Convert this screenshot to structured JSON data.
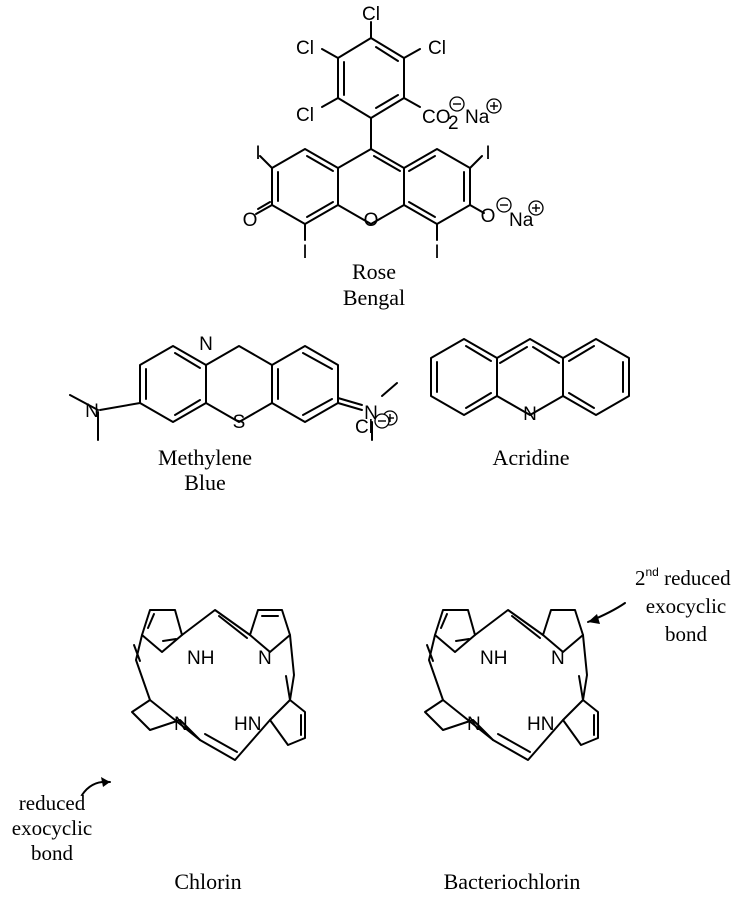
{
  "captions": {
    "rose_bengal": [
      "Rose",
      "Bengal"
    ],
    "methylene_blue": [
      "Methylene",
      "Blue"
    ],
    "acridine": "Acridine",
    "chlorin": "Chlorin",
    "bacteriochlorin": "Bacteriochlorin"
  },
  "annotations": {
    "chlorin_reduced": [
      "reduced",
      "exocyclic",
      "bond"
    ],
    "bacterio_prefix": "2",
    "bacterio_sup": "nd",
    "bacterio_line1": " reduced",
    "bacterio_line2": "exocyclic",
    "bacterio_line3": "bond"
  },
  "atoms": {
    "cl": "Cl",
    "i": "I",
    "o": "O",
    "n": "N",
    "s": "S",
    "nh": "NH",
    "hn": "HN",
    "co": "CO",
    "sub2": "2",
    "na": "Na"
  }
}
